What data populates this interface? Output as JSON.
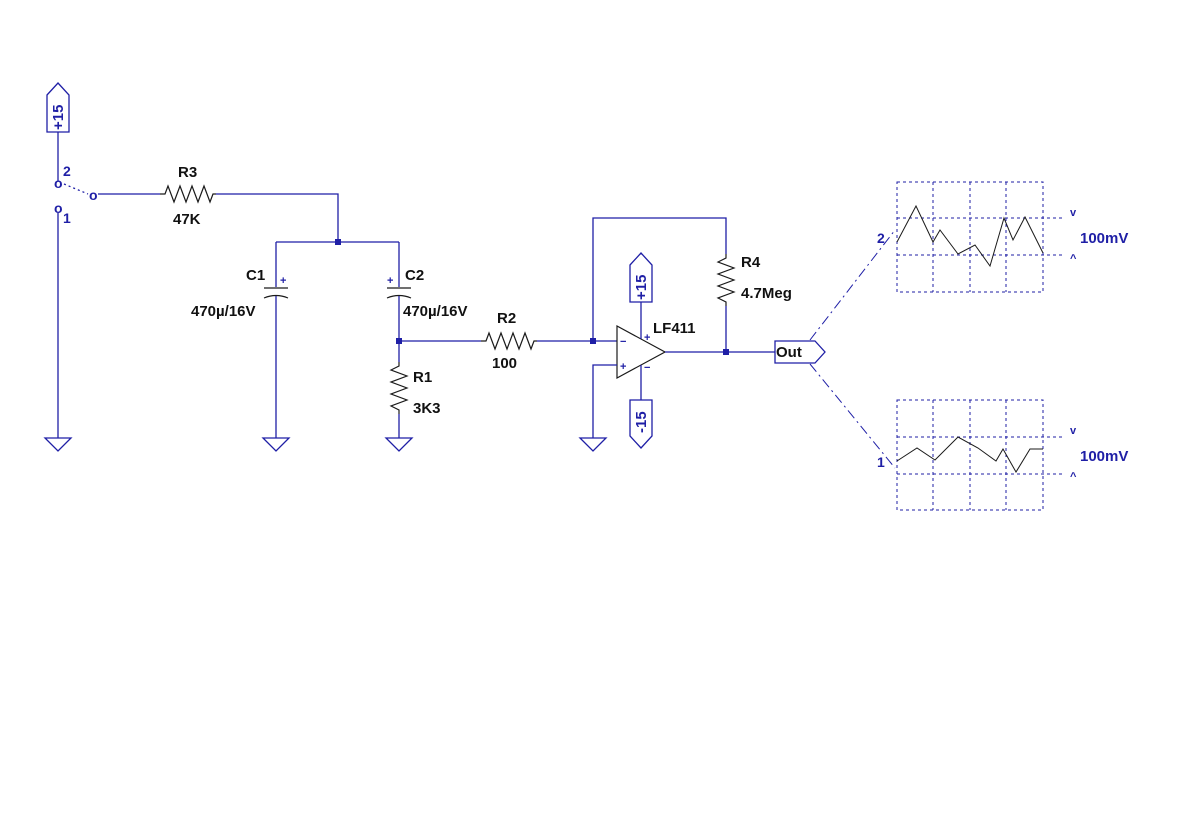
{
  "power": {
    "supply_switch": "+15",
    "supply_opamp_pos": "+15",
    "supply_opamp_neg": "-15"
  },
  "switch": {
    "pos_top": "2",
    "pos_bottom": "1"
  },
  "components": {
    "R3": {
      "name": "R3",
      "value": "47K"
    },
    "C1": {
      "name": "C1",
      "value": "470µ/16V",
      "polarity": "+"
    },
    "C2": {
      "name": "C2",
      "value": "470µ/16V",
      "polarity": "+"
    },
    "R2": {
      "name": "R2",
      "value": "100"
    },
    "R1": {
      "name": "R1",
      "value": "3K3"
    },
    "R4": {
      "name": "R4",
      "value": "4.7Meg"
    },
    "U1": {
      "name": "LF411",
      "minus": "−",
      "plus": "+"
    }
  },
  "output": {
    "label": "Out"
  },
  "scopes": [
    {
      "channel": "2",
      "scale": "100mV",
      "top_mark": "v",
      "bottom_mark": "^"
    },
    {
      "channel": "1",
      "scale": "100mV",
      "top_mark": "v",
      "bottom_mark": "^"
    }
  ],
  "colors": {
    "wire": "#1f1fa6",
    "symbol": "#1a1a1a",
    "background": "#ffffff"
  }
}
